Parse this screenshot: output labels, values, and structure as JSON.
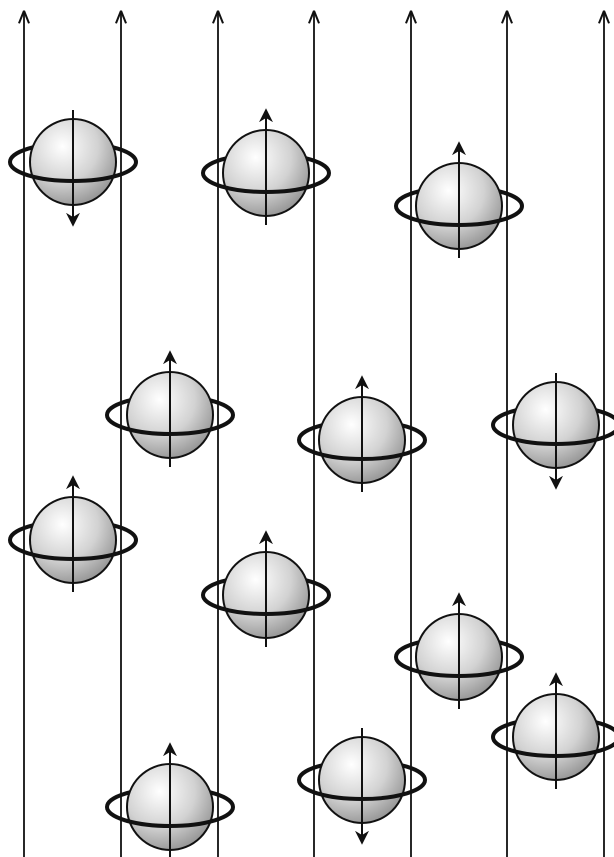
{
  "diagram": {
    "type": "spin-alignment",
    "field_direction": "up",
    "field_line_count": 7,
    "colors": {
      "line": "#111111",
      "sphere_light": "#ffffff",
      "sphere_mid": "#d2d2d2",
      "sphere_dark": "#8e8e8e",
      "ring": "#111111"
    },
    "spins": [
      {
        "id": 1,
        "spin": "down"
      },
      {
        "id": 2,
        "spin": "up"
      },
      {
        "id": 3,
        "spin": "up"
      },
      {
        "id": 4,
        "spin": "up"
      },
      {
        "id": 5,
        "spin": "up"
      },
      {
        "id": 6,
        "spin": "down"
      },
      {
        "id": 7,
        "spin": "up"
      },
      {
        "id": 8,
        "spin": "up"
      },
      {
        "id": 9,
        "spin": "up"
      },
      {
        "id": 10,
        "spin": "up"
      },
      {
        "id": 11,
        "spin": "up"
      },
      {
        "id": 12,
        "spin": "down"
      }
    ]
  }
}
